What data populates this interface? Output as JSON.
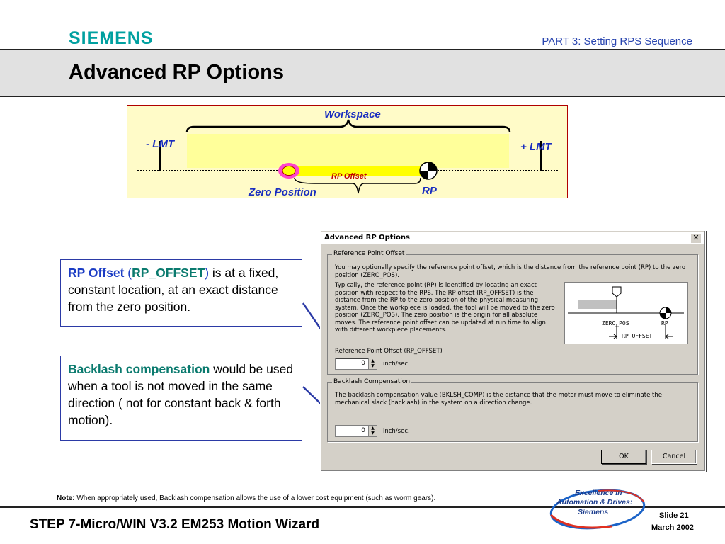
{
  "header": {
    "logo": "SIEMENS",
    "part": "PART 3:  Setting RPS Sequence",
    "title": "Advanced RP Options"
  },
  "diagram": {
    "workspace": "Workspace",
    "minus_lmt": "- LMT",
    "plus_lmt": "+ LMT",
    "rp_offset": "RP Offset",
    "zero_position": "Zero Position",
    "rp": "RP"
  },
  "callouts": {
    "rp_offset": {
      "term": "RP Offset",
      "open": " (",
      "code": "RP_OFFSET",
      "close": ")",
      "rest": " is at a fixed, constant location, at an exact distance from the zero position."
    },
    "backlash": {
      "term": "Backlash compensation",
      "rest": " would be used when a tool is not moved in the same direction ( not for constant back & forth motion)."
    }
  },
  "dialog": {
    "title": "Advanced RP Options",
    "close": "✕",
    "group1": {
      "label": "Reference Point Offset",
      "intro": "You may optionally specify the reference point offset, which is the distance from the reference point (RP) to the zero position (ZERO_POS).",
      "body": "Typically, the reference point (RP) is identified by locating an exact position with respect to the RPS. The RP offset (RP_OFFSET) is the distance from the RP to the zero position of the physical measuring system. Once the workpiece is loaded, the tool will be moved to the zero position (ZERO_POS). The zero position is the origin for all absolute moves.  The reference point offset can be updated at run time to align with different workpiece placements.",
      "field_label": "Reference Point Offset (RP_OFFSET)",
      "value": "0",
      "unit": "inch/sec.",
      "fig_zero": "ZERO_POS",
      "fig_rp": "RP",
      "fig_offset": "RP_OFFSET"
    },
    "group2": {
      "label": "Backlash Compensation",
      "body": "The backlash compensation value (BKLSH_COMP) is the distance that the motor must move to eliminate the mechanical slack (backlash) in the system on a direction change.",
      "value": "0",
      "unit": "inch/sec."
    },
    "ok": "OK",
    "cancel": "Cancel"
  },
  "footer": {
    "note_label": "Note:",
    "note": "  When appropriately used, Backlash compensation allows the use of a lower cost equipment (such as worm gears).",
    "title": "STEP 7-Micro/WIN V3.2 EM253 Motion Wizard",
    "badge": [
      "Excellence in",
      "Automation & Drives:",
      "Siemens"
    ],
    "slide": "Slide 21",
    "date": "March 2002"
  }
}
